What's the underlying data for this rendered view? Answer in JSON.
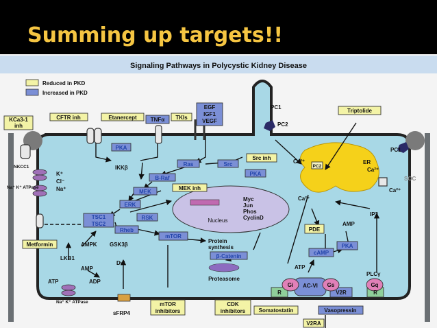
{
  "slide": {
    "title": "Summing up targets!!"
  },
  "diagram": {
    "title": "Signaling Pathways in Polycystic Kidney Disease",
    "legend": {
      "reduced": "Reduced in PKD",
      "increased": "Increased in PKD"
    },
    "colors": {
      "reduced": "#f3f3a6",
      "increased": "#7b8fd6",
      "cell": "#a8d8e6",
      "er": "#f5d11a",
      "nucleus": "#c9c2e6",
      "titleBar": "#c9dcef",
      "slideTitle": "#f5c542"
    },
    "labels": {
      "kca31": "KCa3-1",
      "kca31_inh": "inh",
      "cftr_inh": "CFTR inh",
      "etanercept": "Etanercept",
      "tnfa": "TNFα",
      "tkis": "TKIs",
      "egf": "EGF",
      "igf1": "IGF1",
      "vegf": "VEGF",
      "pc1_top": "PC1",
      "pc2_top": "PC2",
      "triptolide": "Triptolide",
      "pka_top": "PKA",
      "ikkb": "IKKβ",
      "ras": "Ras",
      "src": "Src",
      "src_inh": "Src inh",
      "pka_src": "PKA",
      "braf": "B-Raf",
      "mek_inh": "MEK inh",
      "mek": "MEK",
      "erk": "ERK",
      "rsk": "RSK",
      "tsc1": "TSC1",
      "tsc2": "TSC2",
      "rheb": "Rheb",
      "mtor": "mTOR",
      "myc": "Myc",
      "jun": "Jun",
      "phos": "Phos",
      "cyclind": "CyclinD",
      "nucleus": "Nucleus",
      "k_ion": "K⁺",
      "cl_ion": "Cl⁻",
      "na_ion": "Na⁺",
      "nkcc1": "NKCC1",
      "na_k_atpase": "Na⁺ K⁺ ATPase",
      "metformin": "Metformin",
      "ampk": "AMPK",
      "gsk3b": "GSK3β",
      "lkb1": "LKB1",
      "dvl": "Dvl",
      "amp_left": "AMP",
      "atp_left": "ATP",
      "adp": "ADP",
      "na_k_atpase_bottom": "Na⁺ K⁺ ATPase",
      "sfrp4": "sFRP4",
      "mtor_inhibitors_1": "mTOR",
      "mtor_inhibitors_2": "inhibitors",
      "protein_synthesis_1": "Protein",
      "protein_synthesis_2": "synthesis",
      "b_catenin": "β-Catenin",
      "proteasome": "Proteasome",
      "cdk_inhibitors_1": "CDK",
      "cdk_inhibitors_2": "inhibitors",
      "somatostatin": "Somatostatin",
      "ca_1": "Ca²⁺",
      "ca_2": "Ca²⁺",
      "ca_3": "Ca²⁺",
      "ca_4": "Ca²⁺",
      "er": "ER",
      "pc1_right": "PC1",
      "soc": "SOC",
      "pc2_right": "PC2",
      "ip3": "IP3",
      "pde": "PDE",
      "amp_right": "AMP",
      "camp": "cAMP",
      "pka_right": "PKA",
      "atp_right": "ATP",
      "gi": "Gi",
      "acvi": "AC-VI",
      "gs": "Gs",
      "r_left": "R",
      "v2r": "V2R",
      "gq": "Gq",
      "r_right": "R",
      "plcg": "PLCγ",
      "vasopressin": "Vasopressin",
      "v2ra": "V2RA"
    }
  }
}
